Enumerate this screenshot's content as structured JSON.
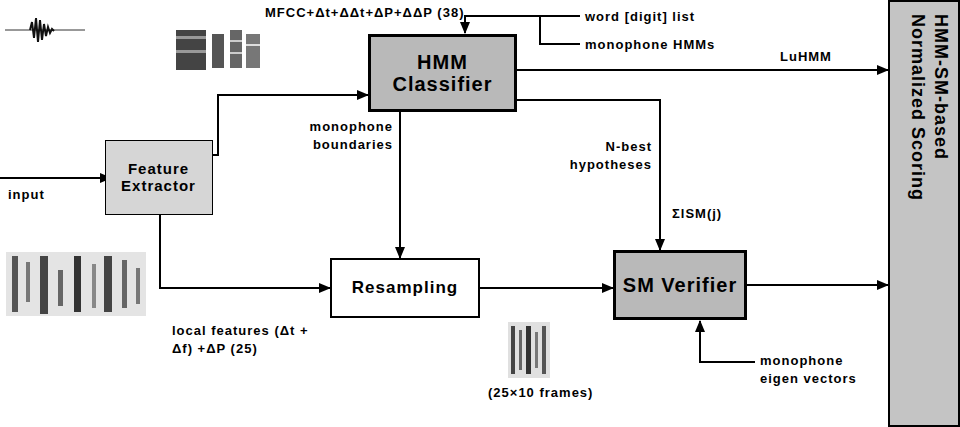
{
  "diagram": {
    "nodes": [
      {
        "text": [
          "Feature Extractor"
        ]
      },
      {
        "text": [
          "HMM Classifier"
        ]
      },
      {
        "text": [
          "Resampling"
        ]
      },
      {
        "text": [
          "SM Verifier"
        ]
      },
      {
        "text": [
          "HMM-SM-based",
          "Normalized Scoring"
        ]
      }
    ],
    "edges": [
      {
        "from": 0,
        "to": 1,
        "arrow": "to",
        "label": "MFCC+Δt+ΔΔt+ΔP+ΔΔP (38)"
      },
      {
        "from": 0,
        "to": 2,
        "arrow": "to",
        "label": "local features (Δt + Δf) +ΔP (25)"
      },
      {
        "from": 1,
        "to": 2,
        "arrow": "to",
        "label": "monophone boundaries"
      },
      {
        "from": 1,
        "to": 3,
        "arrow": "to",
        "label": "N-best hypotheses"
      },
      {
        "from": 1,
        "to": 4,
        "arrow": "to",
        "label": "LuHMM"
      },
      {
        "from": 2,
        "to": 3,
        "arrow": "to"
      },
      {
        "from": 3,
        "to": 4,
        "arrow": "to",
        "label": "ΣlSM(j)"
      }
    ],
    "labels": [
      "input",
      "word [digit] list",
      "monophone HMMs",
      "(25×10 frames)",
      "monophone eigen vectors"
    ]
  }
}
